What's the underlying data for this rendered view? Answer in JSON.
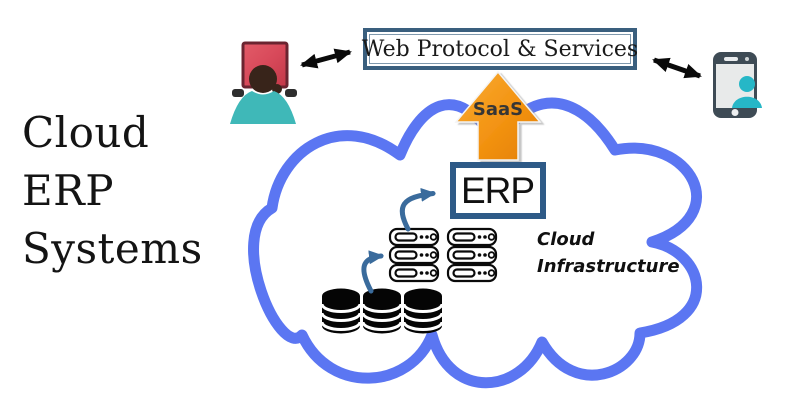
{
  "title": {
    "lines": [
      "Cloud",
      "ERP",
      "Systems"
    ]
  },
  "header_box": {
    "label": "Web Protocol & Services"
  },
  "cloud": {
    "saas_label": "SaaS",
    "erp_label": "ERP",
    "infrastructure_line1": "Cloud",
    "infrastructure_line2": "Infrastructure"
  },
  "icons": {
    "desktop_user": "desktop-user-icon",
    "mobile_phone": "mobile-phone-icon",
    "database": "database-icon",
    "server_rack": "server-rack-icon",
    "saas_arrow": "saas-up-arrow-icon",
    "bidirectional_arrow": "bidirectional-arrow-icon",
    "flow_arrow": "curved-flow-arrow-icon"
  },
  "colors": {
    "cloud_outline": "#5B76F2",
    "header_box_border": "#3A5F7E",
    "erp_box_border": "#2E5A87",
    "saas_orange_light": "#F9AC33",
    "saas_orange_dark": "#E37F00",
    "flow_arrow_blue": "#3A6B9C",
    "monitor_red": "#D8495A",
    "shirt_teal": "#3FB8B8",
    "phone_body": "#3E4B55",
    "phone_user_teal": "#26B7C7",
    "text": "#141414"
  }
}
